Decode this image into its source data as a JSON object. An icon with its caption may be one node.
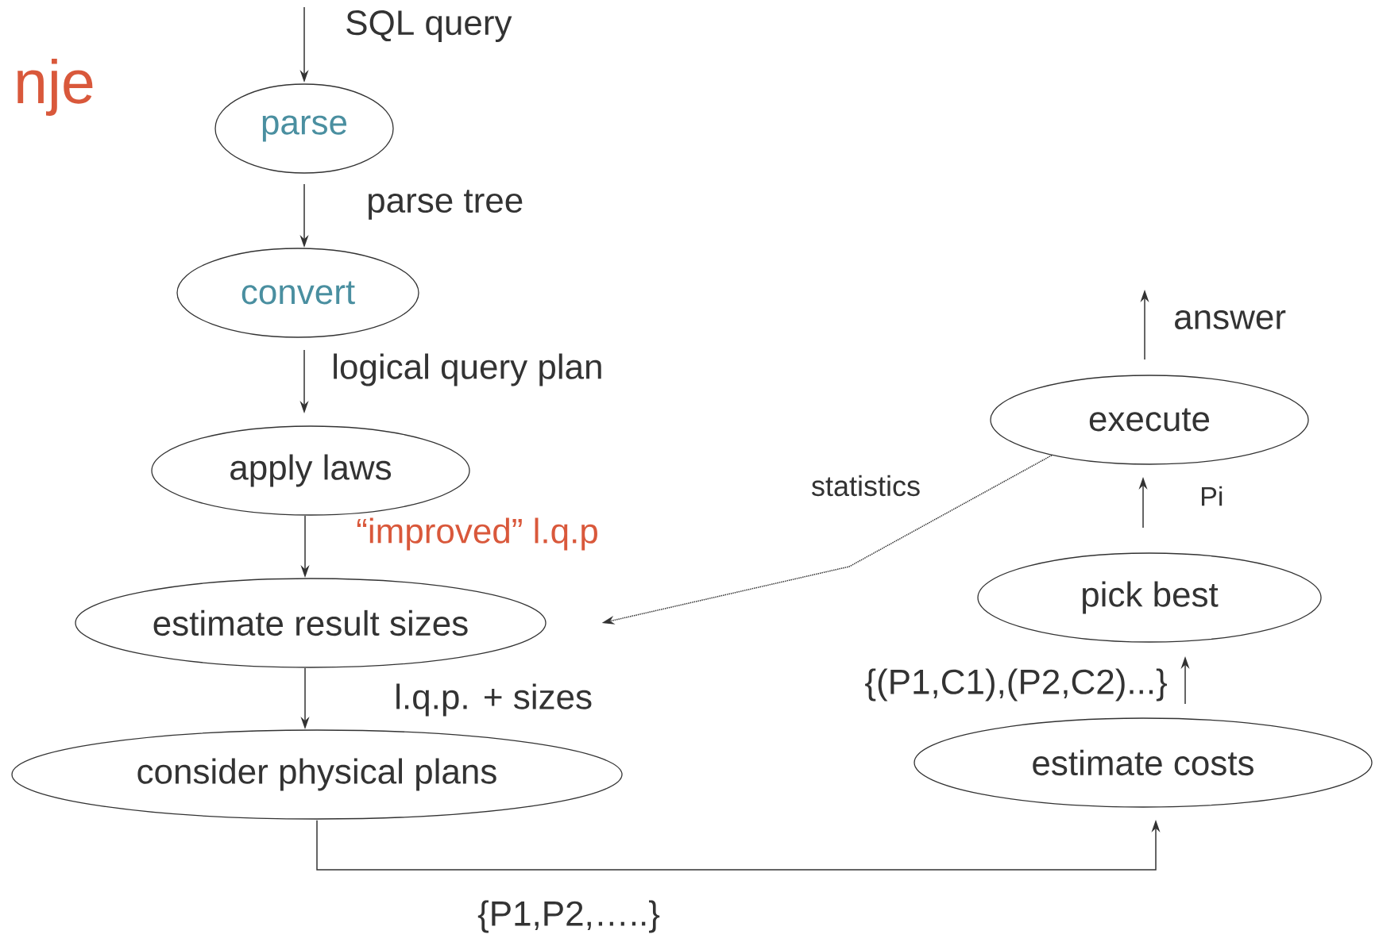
{
  "diagram": {
    "title": "nje",
    "nodes": [
      {
        "text": [
          "parse"
        ]
      },
      {
        "text": [
          "convert"
        ]
      },
      {
        "text": [
          "apply laws"
        ]
      },
      {
        "text": [
          "estimate result sizes"
        ]
      },
      {
        "text": [
          "consider physical plans"
        ]
      },
      {
        "text": [
          "estimate costs"
        ]
      },
      {
        "text": [
          "pick best"
        ]
      },
      {
        "text": [
          "execute"
        ]
      }
    ],
    "edges": [
      {
        "from": null,
        "to": 0,
        "arrow": "to",
        "label": "SQL query"
      },
      {
        "from": 0,
        "to": 1,
        "arrow": "to",
        "label": "parse tree"
      },
      {
        "from": 1,
        "to": 2,
        "arrow": "to",
        "label": "logical query plan"
      },
      {
        "from": 2,
        "to": 3,
        "arrow": "to",
        "label": "“improved” l.q.p"
      },
      {
        "from": 3,
        "to": 4,
        "arrow": "to",
        "label": "l.q.p. + sizes"
      },
      {
        "from": 4,
        "to": 5,
        "arrow": "to",
        "label": "{P1,P2,…..}"
      },
      {
        "from": 5,
        "to": 6,
        "arrow": "to",
        "label": "{(P1,C1),(P2,C2)...}"
      },
      {
        "from": 6,
        "to": 7,
        "arrow": "to",
        "label": "Pi"
      },
      {
        "from": 7,
        "to": null,
        "arrow": "to",
        "label": "answer"
      },
      {
        "from": 7,
        "to": 3,
        "arrow": "to",
        "label": "statistics",
        "style": "dashed"
      }
    ]
  }
}
